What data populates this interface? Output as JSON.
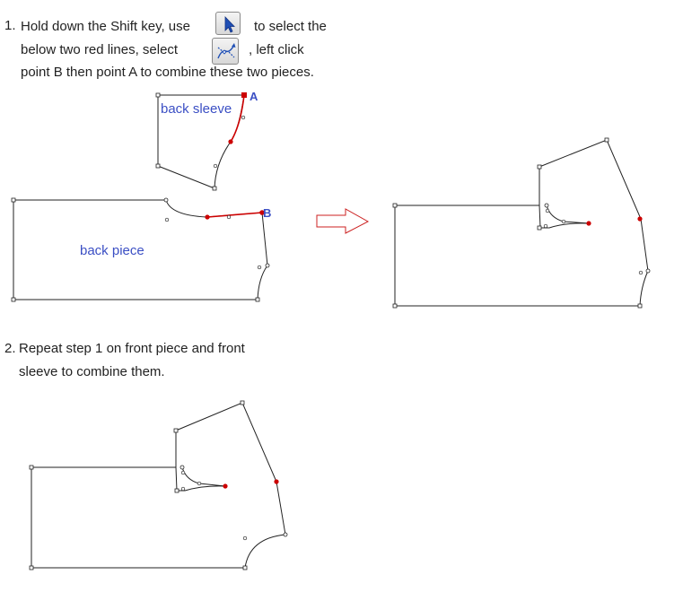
{
  "step1": {
    "number": "1.",
    "line1_a": "Hold down the Shift key, use",
    "line1_b": "to select the",
    "line2_a": "below two red lines,  select",
    "line2_b": ", left click",
    "line3": "point B then point A to combine these two pieces."
  },
  "step2": {
    "number": "2.",
    "line1": "Repeat step 1 on front piece and front",
    "line2": "sleeve to combine them."
  },
  "tools": {
    "select_icon": "arrow-cursor-icon",
    "combine_icon": "combine-pieces-icon"
  },
  "labels": {
    "back_sleeve": "back sleeve",
    "back_piece": "back piece",
    "point_a": "A",
    "point_b": "B"
  },
  "colors": {
    "highlight": "#cc0000",
    "label_blue": "#3b4fc4",
    "arrow_outline": "#cc2222",
    "outline": "#222222"
  }
}
